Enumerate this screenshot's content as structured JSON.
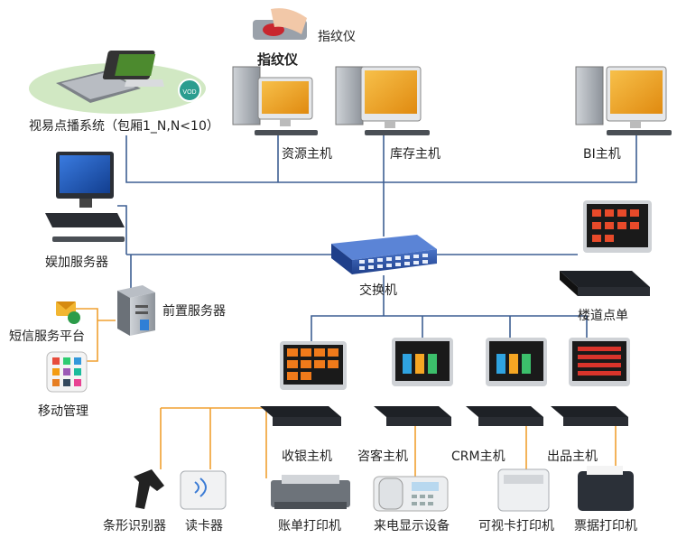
{
  "labels": {
    "fingerprint_top": "指纹仪",
    "fingerprint_bottom": "指纹仪",
    "vod": "视易点播系统（包厢1_N,N<10）",
    "resource_host": "资源主机",
    "inventory_host": "库存主机",
    "bi_host": "BI主机",
    "entertainment_server": "娱加服务器",
    "switch": "交换机",
    "floor_order": "楼道点单",
    "front_server": "前置服务器",
    "sms_platform": "短信服务平台",
    "mobile_mgmt": "移动管理",
    "cashier_host": "收银主机",
    "consult_host": "咨客主机",
    "crm_host": "CRM主机",
    "output_host": "出品主机",
    "barcode_scanner": "条形识别器",
    "card_reader": "读卡器",
    "bill_printer": "账单打印机",
    "caller_id": "来电显示设备",
    "visual_card_printer": "可视卡打印机",
    "ticket_printer": "票据打印机"
  },
  "colors": {
    "lan_line": "#3d5f93",
    "peripheral_line": "#f0a030",
    "switch_body": "#2e55a8",
    "screen_orange": "#f0a020",
    "screen_blue": "#1f5fbf",
    "vod_ellipse": "#c9e4b8"
  }
}
